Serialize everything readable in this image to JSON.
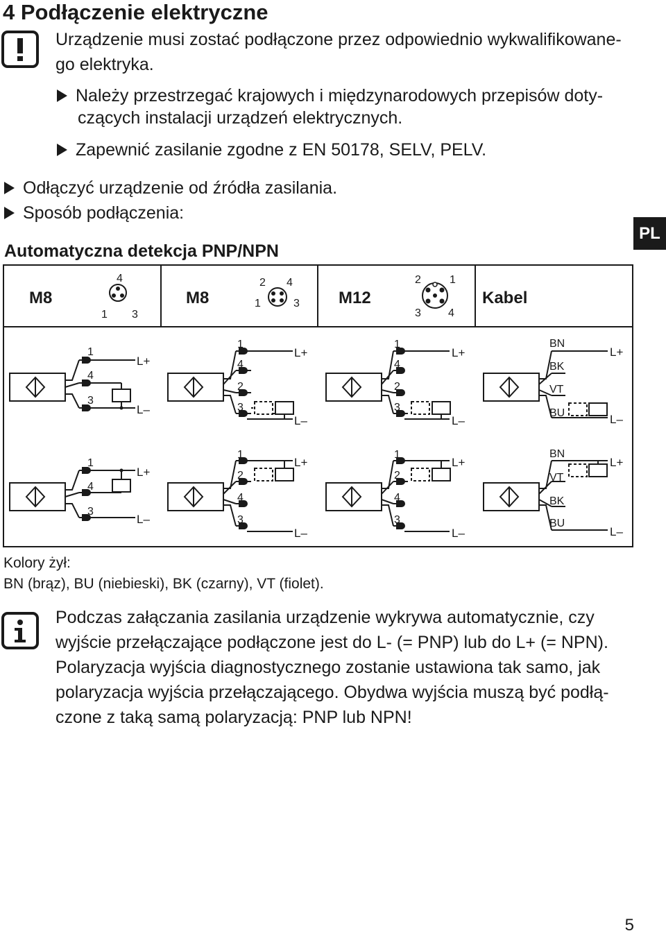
{
  "section": {
    "title": "4 Podłączenie elektryczne"
  },
  "warning": {
    "icon": "exclamation-icon",
    "line1": "Urządzenie musi zostać podłączone przez odpowiednio wykwalifikowane-",
    "line2": "go elektryka."
  },
  "bullets_indented": [
    {
      "line1": "Należy przestrzegać krajowych i międzynarodowych przepisów doty-",
      "line2": "czących instalacji urządzeń elektrycznych."
    },
    {
      "line1": "Zapewnić zasilanie zgodne z EN 50178, SELV, PELV."
    }
  ],
  "bullets": [
    "Odłączyć urządzenie od źródła zasilania.",
    "Sposób podłączenia:"
  ],
  "subheading": "Automatyczna detekcja PNP/NPN",
  "language_tab": "PL",
  "connectors": [
    {
      "name": "M8",
      "pins": [
        "4",
        "1",
        "3"
      ]
    },
    {
      "name": "M8",
      "pins": [
        "2",
        "4",
        "1",
        "3"
      ]
    },
    {
      "name": "M12",
      "pins": [
        "2",
        "1",
        "3",
        "4"
      ]
    },
    {
      "name": "Kabel"
    }
  ],
  "wiring": {
    "plus": "L+",
    "minus": "L–",
    "row1": {
      "c1": [
        "1",
        "4",
        "3"
      ],
      "c2": [
        "1",
        "4",
        "2",
        "3"
      ],
      "c3": [
        "1",
        "4",
        "2",
        "3"
      ],
      "c4": [
        "BN",
        "BK",
        "VT",
        "BU"
      ]
    },
    "row2": {
      "c1": [
        "1",
        "4",
        "3"
      ],
      "c2": [
        "1",
        "2",
        "4",
        "3"
      ],
      "c3": [
        "1",
        "2",
        "4",
        "3"
      ],
      "c4": [
        "BN",
        "VT",
        "BK",
        "BU"
      ]
    }
  },
  "colors_note": {
    "title": "Kolory żył:",
    "text": "BN (brąz), BU (niebieski), BK (czarny), VT (fiolet)."
  },
  "info": {
    "icon": "info-icon",
    "lines": [
      "Podczas załączania zasilania urządzenie wykrywa automatycznie, czy",
      "wyjście przełączające podłączone jest do L- (= PNP) lub do L+ (= NPN).",
      "Polaryzacja wyjścia diagnostycznego zostanie ustawiona tak samo, jak",
      "polaryzacja wyjścia przełączającego. Obydwa wyjścia muszą być podłą-",
      "czone z taką samą polaryzacją: PNP lub NPN!"
    ]
  },
  "page_number": "5"
}
